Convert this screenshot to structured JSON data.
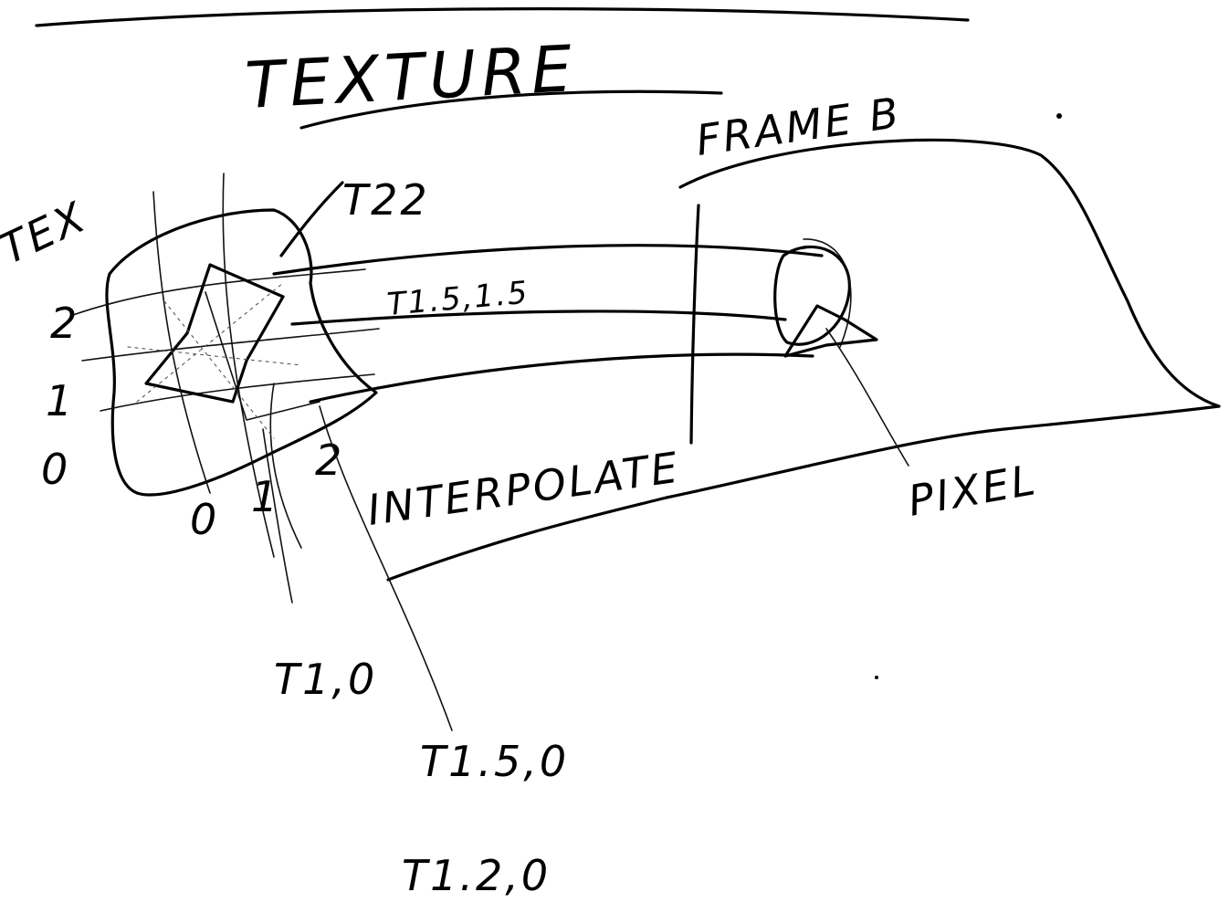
{
  "labels": {
    "title": "TEXTURE",
    "frame_buffer": "FRAME B",
    "tex_axis": "TEX",
    "t22": "T22",
    "t15_15": "T1.5,1.5",
    "interpolate": "INTERPOLATE",
    "pixel": "PIXEL",
    "t10": "T1,0",
    "t150": "T1.5,0",
    "t120": "T1.2,0"
  },
  "grid_ticks": {
    "rows": [
      "2",
      "1",
      "0"
    ],
    "cols": [
      "0",
      "1",
      "2"
    ]
  }
}
